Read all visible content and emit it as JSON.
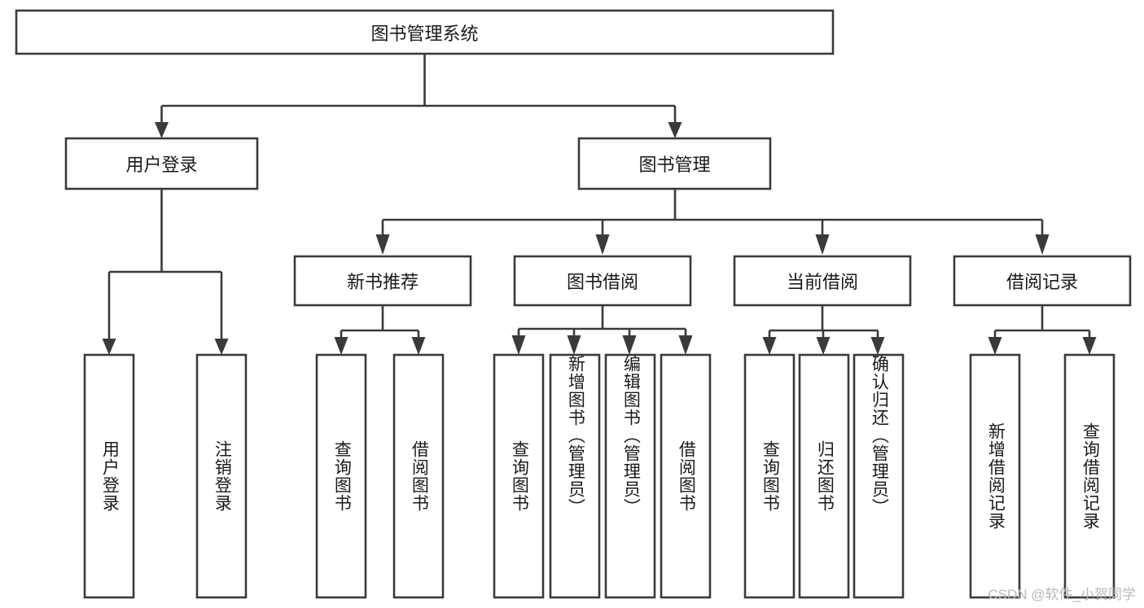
{
  "diagram": {
    "title": "图书管理系统",
    "type": "tree-hierarchy-diagram",
    "colors": {
      "box_stroke": "#3a3a3a",
      "box_fill": "#ffffff",
      "text": "#1a1a1a",
      "background": "#ffffff",
      "watermark": "#b9b9b9"
    },
    "root": {
      "label": "图书管理系统"
    },
    "level2": [
      {
        "id": "user-login",
        "label": "用户登录"
      },
      {
        "id": "book-management",
        "label": "图书管理"
      }
    ],
    "level3": [
      {
        "id": "new-book-recommend",
        "label": "新书推荐"
      },
      {
        "id": "book-borrow",
        "label": "图书借阅"
      },
      {
        "id": "current-borrow",
        "label": "当前借阅"
      },
      {
        "id": "borrow-record",
        "label": "借阅记录"
      }
    ],
    "leaves": {
      "user_login": [
        {
          "id": "leaf-user-login",
          "label": "用户登录"
        },
        {
          "id": "leaf-logout-login",
          "label": "注销登录"
        }
      ],
      "new_book_recommend": [
        {
          "id": "leaf-query-book-1",
          "label": "查询图书"
        },
        {
          "id": "leaf-borrow-book-1",
          "label": "借阅图书"
        }
      ],
      "book_borrow": [
        {
          "id": "leaf-query-book-2",
          "label": "查询图书"
        },
        {
          "id": "leaf-add-book",
          "label": "新增图书（管理员）"
        },
        {
          "id": "leaf-edit-book",
          "label": "编辑图书（管理员）"
        },
        {
          "id": "leaf-borrow-book-2",
          "label": "借阅图书"
        }
      ],
      "current_borrow": [
        {
          "id": "leaf-query-book-3",
          "label": "查询图书"
        },
        {
          "id": "leaf-return-book",
          "label": "归还图书"
        },
        {
          "id": "leaf-confirm-return",
          "label": "确认归还（管理员）"
        }
      ],
      "borrow_record": [
        {
          "id": "leaf-add-borrow-record",
          "label": "新增借阅记录"
        },
        {
          "id": "leaf-query-borrow-record",
          "label": "查询借阅记录"
        }
      ]
    }
  },
  "watermark": {
    "text": "CSDN @软件_小贺同学"
  }
}
